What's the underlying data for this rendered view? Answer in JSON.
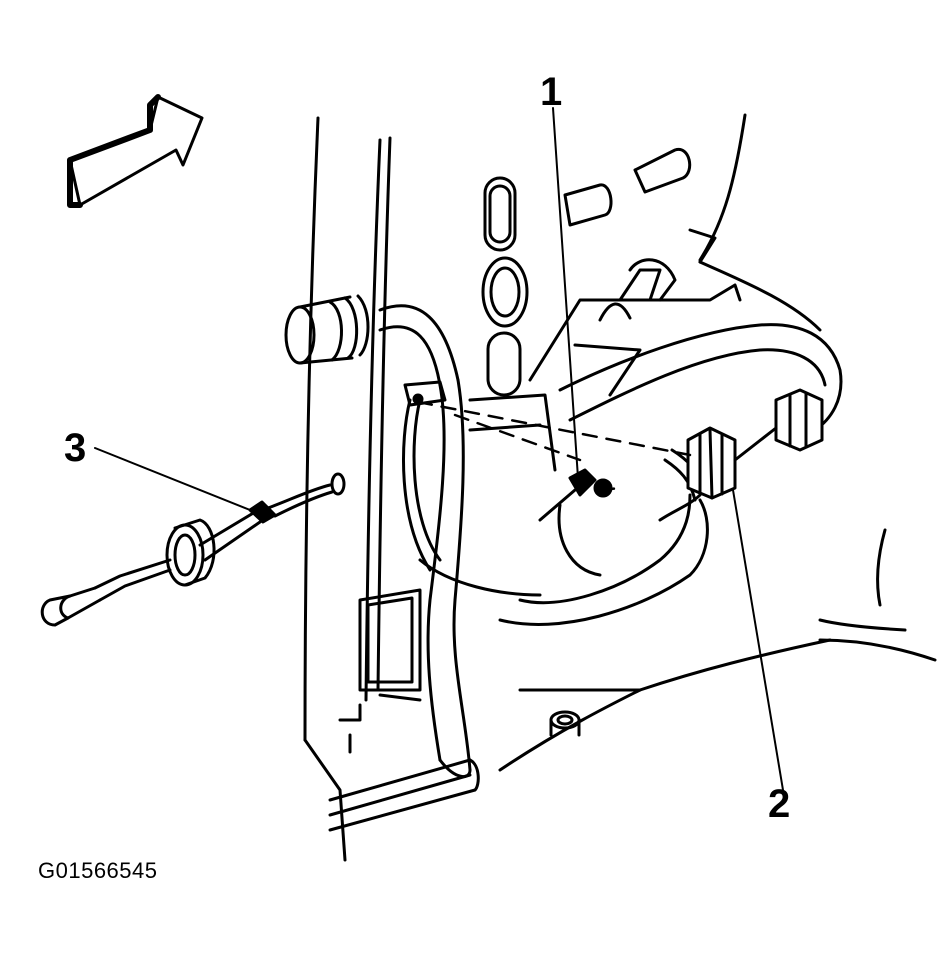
{
  "figure": {
    "figure_id": "G01566545",
    "callouts": [
      {
        "key": "callout_1",
        "label": "1",
        "icon": "connector-clip-icon"
      },
      {
        "key": "callout_2",
        "label": "2",
        "icon": "electrical-connector-icon"
      },
      {
        "key": "callout_3",
        "label": "3",
        "icon": "bulb-socket-icon"
      }
    ],
    "direction_arrow_icon": "front-direction-arrow-icon",
    "colors": {
      "line": "#000000",
      "background": "#ffffff"
    }
  }
}
